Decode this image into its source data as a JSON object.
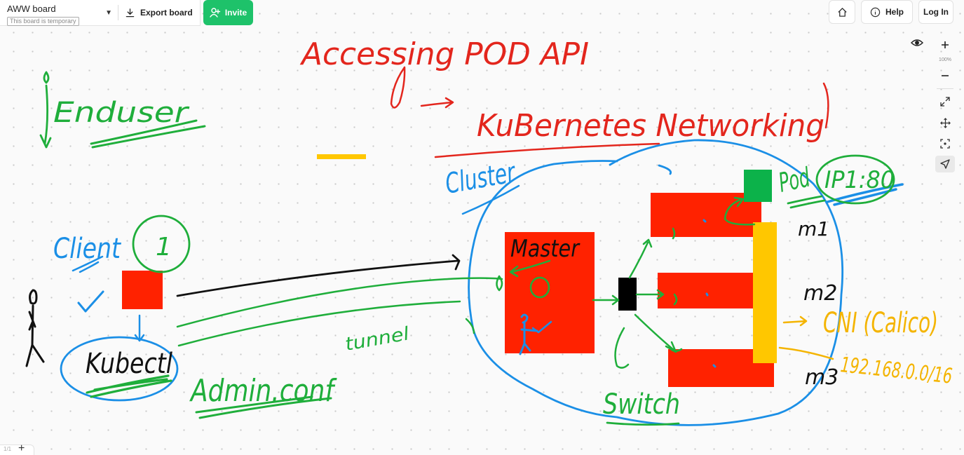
{
  "app": {
    "board_name": "AWW board",
    "board_status": "This board is temporary",
    "export_label": "Export board",
    "invite_label": "Invite",
    "help_label": "Help",
    "login_label": "Log In",
    "zoom": "100%",
    "page_indicator": "1/1"
  },
  "icons": {
    "menu": "chevron-down-icon",
    "export": "download-icon",
    "invite": "add-user-icon",
    "home": "home-icon",
    "help": "info-icon",
    "view": "eye-icon",
    "zoom_in": "plus-icon",
    "zoom_out": "minus-icon",
    "fit": "expand-icon",
    "pan": "move-icon",
    "focus": "focus-icon",
    "select": "pointer-icon",
    "add_page": "plus-icon"
  },
  "colors": {
    "accent": "#1ec26a",
    "ink_red": "#e3261d",
    "ink_green": "#1fae3b",
    "ink_blue": "#1b8fe6",
    "ink_black": "#111111",
    "ink_yellow": "#f4b400",
    "fill_red": "#ff2200",
    "fill_green": "#0cb24a",
    "fill_yellow": "#ffc700",
    "fill_black": "#000000"
  },
  "board": {
    "title_note": "Accessing POD API",
    "subtitle_note": "KuBernetes Networking",
    "enduser_note": "Enduser",
    "client_note": "Client",
    "client_number": "1",
    "kubectl_note": "Kubectl",
    "admin_note": "Admin.conf",
    "tunnel_note": "tunnel",
    "cluster_note": "Cluster",
    "master_note": "Master",
    "pod_note": "Pod",
    "pod_ip_note": "IP1:80",
    "m1_note": "m1",
    "m2_note": "m2",
    "m3_note": "m3",
    "cni_note": "CNI (Calico)",
    "cidr_note": "192.168.0.0/16",
    "switch_note": "Switch"
  }
}
